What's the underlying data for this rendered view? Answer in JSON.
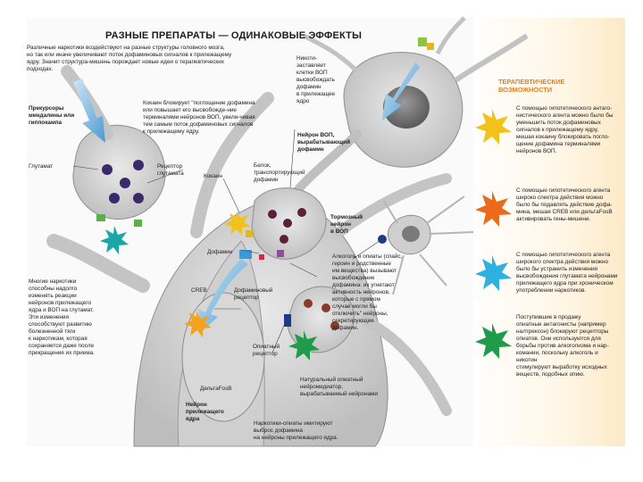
{
  "title": "РАЗНЫЕ ПРЕПАРАТЫ — ОДИНАКОВЫЕ ЭФФЕКТЫ",
  "intro": "Различные наркотики воздействуют на разные структуры головного мозга,\nно так или иначе увеличивают поток дофаминовых сигналов к прилежащему\nядру. Значит структура-мишень порождает новые идеи о терапевтических\nподходах.",
  "labels": {
    "prescription": "Прекурсоры\nминдалины или\nгиппокампа",
    "glutamate": "Глутамат",
    "glutamate_receptor": "Рецептор\nглутамата",
    "cocaine_desc": "Кокаин блокирует \"поглощение дофамина\nили повышает его высвобожде-ние\nтерминалями нейронов ВОП, увели-чивая\nтем самым поток дофаминовых сигналов\nк прилежащему ядру.",
    "nicotine": "Никоти-\nзаставляет\nклетки ВОП\nвысвобождать\nдофамин\nв прилежащее\nядро",
    "vop_neuron": "Нейрон ВОП,\nвырабатывающий\nдофамин",
    "cocaine": "Кокаин",
    "transporter": "Белок,\nтранспортирующий\nдофамин",
    "inhibitory_neuron": "Тормозный\nнейрон\nв ВОП",
    "dopamine": "Дофамин",
    "creb": "CREB",
    "dopamine_receptor": "Дофаминовый\nрецептор",
    "alcohol_opiates": "Алкоголь и опиаты (спайс,\nгероин и родственные\nим вещества) вызывают\nвысвобождение\nдофамина: их угнетают\nактивность нейронов,\nкоторые с прямом\nслучае могли бы\nотключить\" нейроны,\nсекретирующие\nдофамин.",
    "opiate_receptor": "Опиатный\nрецептор",
    "delta_fosb": "ДельтаFosB",
    "nucleus_neuron": "Нейрон\nприлежащего\nядра",
    "natural_opiate": "Натуральный опиатный\nнейромедиатор,\nвырабатываемый нейронами",
    "narcotics_mimic": "Наркотики-опиаты имитируют\nвыброс дофамина\nна нейроны прилежащего ядра.",
    "many_narcotics": "Многие наркотики\nспособны надолго\nизменять реакции\nнейронов прилежащего\nядра и ВОП на глутамат.\nЭти изменения\nспособствуют развитию\nболезненной тяги\nк наркотикам, которая\nсохраняется даже после\nпрекращения их приема."
  },
  "therapy": {
    "heading": "ТЕРАПЕВТИЧЕСКИЕ\nВОЗМОЖНОСТИ",
    "items": [
      {
        "text": "С помощью гипотетического антаго-\nнистического агента можно было бы\nуменьшить поток дофаминовых\nсигналов к прилежащему ядру,\nмешая кокаину блокировать погло-\nщение дофамина терминалями\nнейронов ВОП.",
        "color": "#f2c21b"
      },
      {
        "text": "С помощью гипотетического агента\nшироко спектра действия можно\nбыло бы подавлять действие дофа-\nмина, мешая CREB или дельтаFosB\nактивировать гены-мишени.",
        "color": "#ea6b1c"
      },
      {
        "text": "С помощью гипотетического агента\nширокого спектра действия можно\nбыло бы устранить изменения\nвысвобождения глутамата нейронами\nприлежащего ядра при хроническом\nупотреблении наркотиков.",
        "color": "#2eb0e0"
      },
      {
        "text": "Поступившие в продажу\nопиатные антагонисты (например\nналтрексон) блокируют рецепторы\nопиатов. Они используются для\nборьбы против алкоголизма и нар-\nкомании, поскольку алкоголь и никотин\nстимулируют выработку исходных\nвеществ, подобных опию.",
        "color": "#1f9b4a"
      }
    ]
  }
}
